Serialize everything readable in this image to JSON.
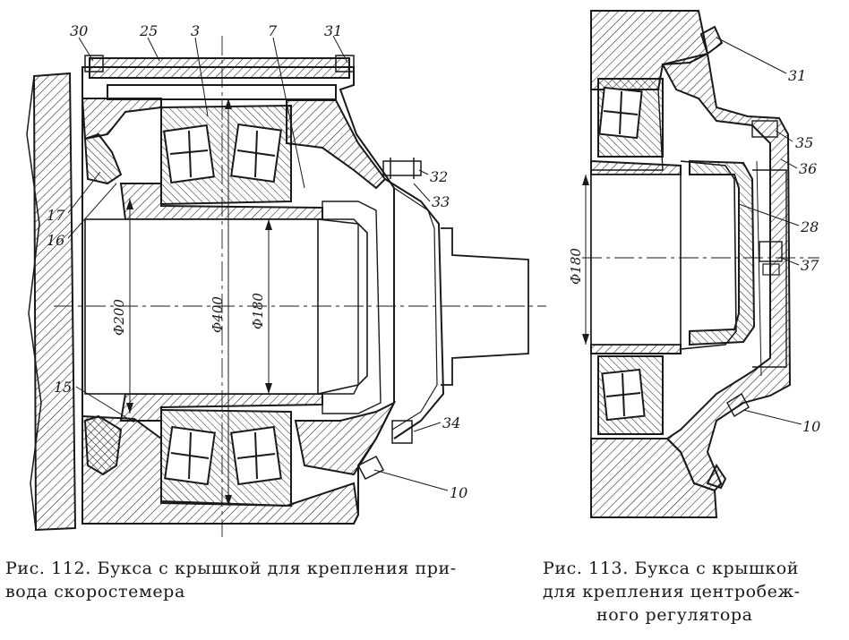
{
  "callouts_left": {
    "c30": "30",
    "c25": "25",
    "c3": "3",
    "c7": "7",
    "c31": "31",
    "c32": "32",
    "c33": "33",
    "c17": "17",
    "c16": "16",
    "c15": "15",
    "c34": "34",
    "c10": "10"
  },
  "dims_left": {
    "d200": "Φ200",
    "d400": "Φ400",
    "d180": "Φ180"
  },
  "callouts_right": {
    "c31": "31",
    "c35": "35",
    "c36": "36",
    "c28": "28",
    "c37": "37",
    "c10": "10"
  },
  "dims_right": {
    "d180": "Φ180"
  },
  "captions": {
    "fig112_line1": "Рис. 112. Букса с крышкой для крепления при-",
    "fig112_line2": "вода скоростемера",
    "fig113_line1": "Рис. 113. Букса с крышкой",
    "fig113_line2": "для крепления центробеж-",
    "fig113_line3": "ного регулятора"
  },
  "colors": {
    "ink": "#1a1a1a",
    "paper": "#ffffff"
  }
}
